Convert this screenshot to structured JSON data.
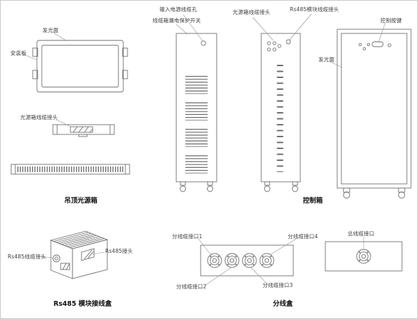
{
  "colors": {
    "line": "#6e6e6e",
    "leader": "#8f8f8f",
    "label_text": "#3c3c3c",
    "caption_text": "#111111",
    "background": "#ffffff"
  },
  "sections": {
    "ceiling_light_box": {
      "caption": "吊顶光源箱",
      "labels": {
        "light_emitting_surface": "发光面",
        "mounting_plate": "安装板",
        "cable_connector": "光源箱线缆接头"
      }
    },
    "control_cabinet": {
      "caption": "控制箱",
      "labels": {
        "power_inlet_hole": "输入电源线缆孔",
        "leakage_protection_switch": "线缆箱漏电保护开关",
        "light_box_cable_connector": "光源箱线缆接头",
        "rs485_module_cable_connector": "Rs485模块线缆接头",
        "control_buttons": "控制按键",
        "light_emitting_surface": "发光面"
      }
    },
    "rs485_module_box": {
      "caption": "Rs485 模块接线盒",
      "labels": {
        "rs485_cable_connector": "Rs485线缆接头",
        "rs485_connector": "Rs485接头"
      }
    },
    "splitter_box": {
      "caption": "分线盒",
      "labels": {
        "branch_port_1": "分线缆接口1",
        "branch_port_2": "分线缆接口2",
        "branch_port_3": "分线缆接口3",
        "branch_port_4": "分线缆接口4",
        "main_port": "总线缆接口"
      }
    }
  }
}
